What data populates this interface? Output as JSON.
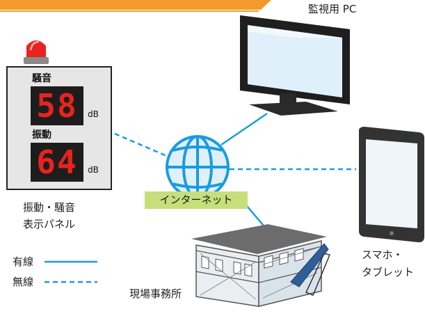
{
  "monitor": {
    "label": "監視用 PC"
  },
  "panel": {
    "noise_label": "騒音",
    "noise_value": "58",
    "vibration_label": "振動",
    "vibration_value": "64",
    "unit_db": "dB",
    "caption_line1": "振動・騒音",
    "caption_line2": "表示パネル"
  },
  "network": {
    "label": "インターネット"
  },
  "tablet": {
    "caption_line1": "スマホ・",
    "caption_line2": "タブレット"
  },
  "office": {
    "label": "現場事務所"
  },
  "legend": {
    "wired": "有線",
    "wireless": "無線"
  },
  "colors": {
    "wired": "#1a9be0",
    "panel_digits": "#e8231e",
    "banner": "#f39a2a",
    "internet_tag": "#c6df7a"
  },
  "icons": [
    "siren-light-icon",
    "monitor-icon",
    "globe-icon",
    "tablet-icon",
    "building-icon"
  ]
}
